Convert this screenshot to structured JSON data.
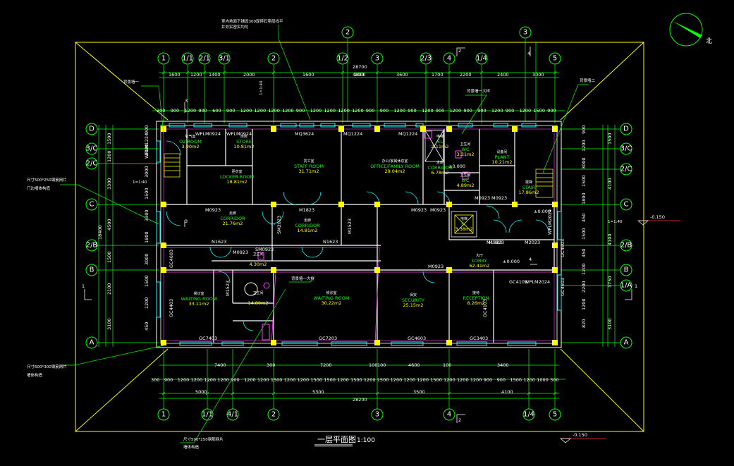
{
  "title": {
    "main": "一层平面图",
    "scale": "1:100"
  },
  "north_label": "北",
  "grid_top": [
    "1",
    "1/1",
    "2/1",
    "3/1",
    "2",
    "1/2",
    "3",
    "2/3",
    "4",
    "1/4",
    "5"
  ],
  "grid_bottom": [
    "1",
    "1/1",
    "4/1",
    "2",
    "3",
    "4",
    "1/4",
    "5"
  ],
  "grid_top_extra": [
    "2",
    "3"
  ],
  "grid_left": [
    "D",
    "3/C",
    "2/C",
    "C",
    "2/B",
    "B",
    "A"
  ],
  "grid_right": [
    "D",
    "3/C",
    "2/C",
    "C",
    "2/B",
    "B",
    "1/A",
    "A"
  ],
  "dims_top_row1": [
    "1600",
    "1200",
    "1400",
    "2000",
    "1600",
    "4800",
    "3600",
    "1700",
    "2200",
    "2400",
    "3000"
  ],
  "dims_top_total": "28700",
  "dims_top_2": "2400",
  "dims_top_row2": [
    "300",
    "900",
    "1200",
    "900",
    "600",
    "900",
    "1200",
    "1200",
    "1200",
    "1200",
    "900",
    "1200",
    "1200",
    "1200",
    "1200",
    "900",
    "900",
    "1200",
    "900",
    "1200",
    "900",
    "1200",
    "900",
    "900",
    "1200",
    "900",
    "1200",
    "1500",
    "900"
  ],
  "dims_bottom_row1": [
    "7400",
    "7200",
    "4600",
    "3400"
  ],
  "dims_bottom_row1_small": [
    "300",
    "100",
    "100",
    "100"
  ],
  "dims_bottom_row2": [
    "300",
    "900",
    "1200",
    "1200",
    "1200",
    "1200",
    "900",
    "1200",
    "1200",
    "1500",
    "1200",
    "1200",
    "1500",
    "1500",
    "1200",
    "1500",
    "1200",
    "1500",
    "1200",
    "1200",
    "1200",
    "1500",
    "1200",
    "1200",
    "1200",
    "900",
    "900",
    "1500",
    "1200",
    "1000",
    "300"
  ],
  "dims_bottom_row3": [
    "5000",
    "5300",
    "3500",
    "4100"
  ],
  "dims_bottom_total": "28200",
  "dims_left_outer": "18400",
  "dims_left_inner": [
    "1500",
    "1200",
    "3300",
    "4500",
    "1500",
    "2100",
    "3100"
  ],
  "dims_left_small": [
    "900",
    "1200",
    "3000",
    "1500",
    "3300",
    "1800",
    "3000",
    "1500",
    "1200",
    "450"
  ],
  "dims_right_inner": [
    "1500",
    "4100",
    "4100",
    "1750",
    "3100"
  ],
  "dims_right_small": [
    "900",
    "1200",
    "3000",
    "1500",
    "1800",
    "450",
    "1500",
    "450",
    "1200",
    "2200",
    "1200",
    "820"
  ],
  "rooms": [
    {
      "cn": "氧气室",
      "en": "O2 ROOM",
      "area": "3.90m2"
    },
    {
      "cn": "库房",
      "en": "STORE",
      "area": "10.81m2"
    },
    {
      "cn": "更衣室",
      "en": "LOCKER ROOM",
      "area": "18.81m2"
    },
    {
      "cn": "员工室",
      "en": "STAFF ROOM",
      "area": "31.71m2"
    },
    {
      "cn": "办公/家属休息室",
      "en": "OFFICE/FAMILY ROOM",
      "area": "29.04m2"
    },
    {
      "cn": "走廊",
      "en": "CORRIDOR",
      "area": "6.78m2"
    },
    {
      "cn": "电梯",
      "en": "EL",
      "area": "2.11m2"
    },
    {
      "cn": "卫生间",
      "en": "WC",
      "area": "3.31m2"
    },
    {
      "cn": "卫生间",
      "en": "WC",
      "area": "4.89m2"
    },
    {
      "cn": "设备间",
      "en": "PLANT",
      "area": "10.21m2"
    },
    {
      "cn": "楼梯",
      "en": "STAIR",
      "area": "17.86m2"
    },
    {
      "cn": "走廊",
      "en": "CORRIDOR",
      "area": "21.76m2"
    },
    {
      "cn": "走廊",
      "en": "CORRIDOR",
      "area": "14.81m2"
    },
    {
      "cn": "电梯",
      "en": "EL",
      "area": "3.38m2"
    },
    {
      "cn": "大厅",
      "en": "LOBBY",
      "area": "62.41m2"
    },
    {
      "cn": "卫生间",
      "en": "",
      "area": "4.30m2"
    },
    {
      "cn": "候诊室",
      "en": "WAITING ROOM",
      "area": "33.11m2"
    },
    {
      "cn": "卫生间",
      "en": "",
      "area": "14.80m2"
    },
    {
      "cn": "候诊室",
      "en": "WAITING ROOM",
      "area": "30.22m2"
    },
    {
      "cn": "保安",
      "en": "SECURITY",
      "area": "25.15m2"
    },
    {
      "cn": "接待",
      "en": "RECEPTION",
      "area": "8.26m2"
    }
  ],
  "door_tags": [
    "WPLM0924",
    "WPLM0924",
    "MQ3624",
    "MQ1224",
    "MQ1224",
    "WPLM1224",
    "M0923",
    "M1823",
    "M0923",
    "M0923",
    "M0923",
    "M1523",
    "M1823",
    "N1623",
    "M0923",
    "N1623",
    "M0923",
    "M1823",
    "M2023",
    "M0923",
    "GC4603",
    "GC4403",
    "M1523",
    "GC7403",
    "GC7203",
    "GC4603",
    "GC3403",
    "GC4103",
    "WPLM2024",
    "GC4103",
    "WPLM2024",
    "SM2023",
    "GC4603",
    "SM0923",
    "GC4603"
  ],
  "annotations": {
    "top_note_1": "室内地面下铺设300厚碎石垫层找平",
    "top_note_2": "并夯实密实均匀",
    "left_note_1": "背景墙一",
    "right_note_1": "背景墙二",
    "right_note_2": "背景墙一大样",
    "left_note_2": "尺寸500*250钢筋网片",
    "left_note_3": "门边墙体构造",
    "bottom_note_1": "尺寸600*300钢筋网片",
    "bottom_note_2": "墙体构造",
    "bottom_note_3": "背景墙一大样",
    "bottom_note_4": "尺寸500*250钢筋网片",
    "bottom_note_5": "墙体构造",
    "scale_left": "1=1:40",
    "scale_mid": "1=1:40",
    "scale_right": "1=1:40"
  },
  "levels": {
    "right": "-0.150",
    "bottom": "-0.150",
    "inner": [
      "±0.000",
      "±0.000",
      "±0.000"
    ]
  },
  "section_marks": [
    "1",
    "1",
    "2",
    "2",
    "3",
    "3",
    "4",
    "4"
  ],
  "colors": {
    "background": "#000000",
    "wall": "#ffffff",
    "wall_inner": "#ff00ff",
    "window": "#00ffff",
    "dim_line": "#00ff00",
    "column": "#ffff00",
    "frame": "#ffff00",
    "text": "#ffffff",
    "room_label": "#00ff00",
    "red_label": "#ff3030",
    "level_line": "#ff3030",
    "north": "#00ff00"
  }
}
